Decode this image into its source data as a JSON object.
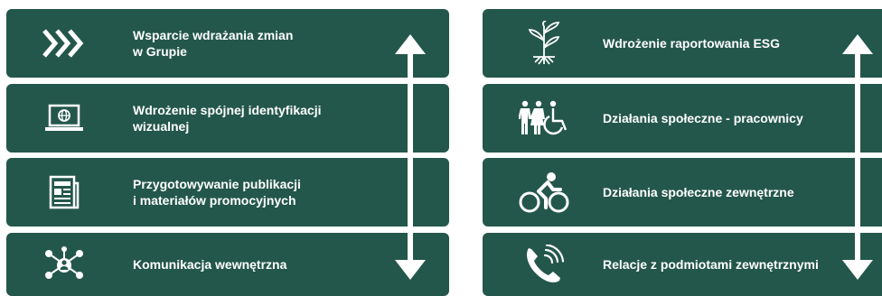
{
  "colors": {
    "card_bg": "#24574b",
    "text": "#ffffff",
    "page_bg": "#ffffff"
  },
  "left": {
    "items": [
      {
        "label": "Wsparcie wdrażania zmian\nw Grupie",
        "icon": "chevrons-right-icon"
      },
      {
        "label": "Wdrożenie spójnej identyfikacji\nwizualnej",
        "icon": "laptop-globe-icon"
      },
      {
        "label": "Przygotowywanie publikacji\ni materiałów promocyjnych",
        "icon": "newspaper-icon"
      },
      {
        "label": "Komunikacja wewnętrzna",
        "icon": "network-people-icon"
      }
    ]
  },
  "right": {
    "items": [
      {
        "label": "Wdrożenie raportowania ESG",
        "icon": "plant-icon"
      },
      {
        "label": "Działania społeczne  - pracownicy",
        "icon": "people-accessibility-icon"
      },
      {
        "label": "Działania społeczne zewnętrzne",
        "icon": "cyclist-icon"
      },
      {
        "label": "Relacje z podmiotami zewnętrznymi",
        "icon": "phone-call-icon"
      }
    ]
  }
}
